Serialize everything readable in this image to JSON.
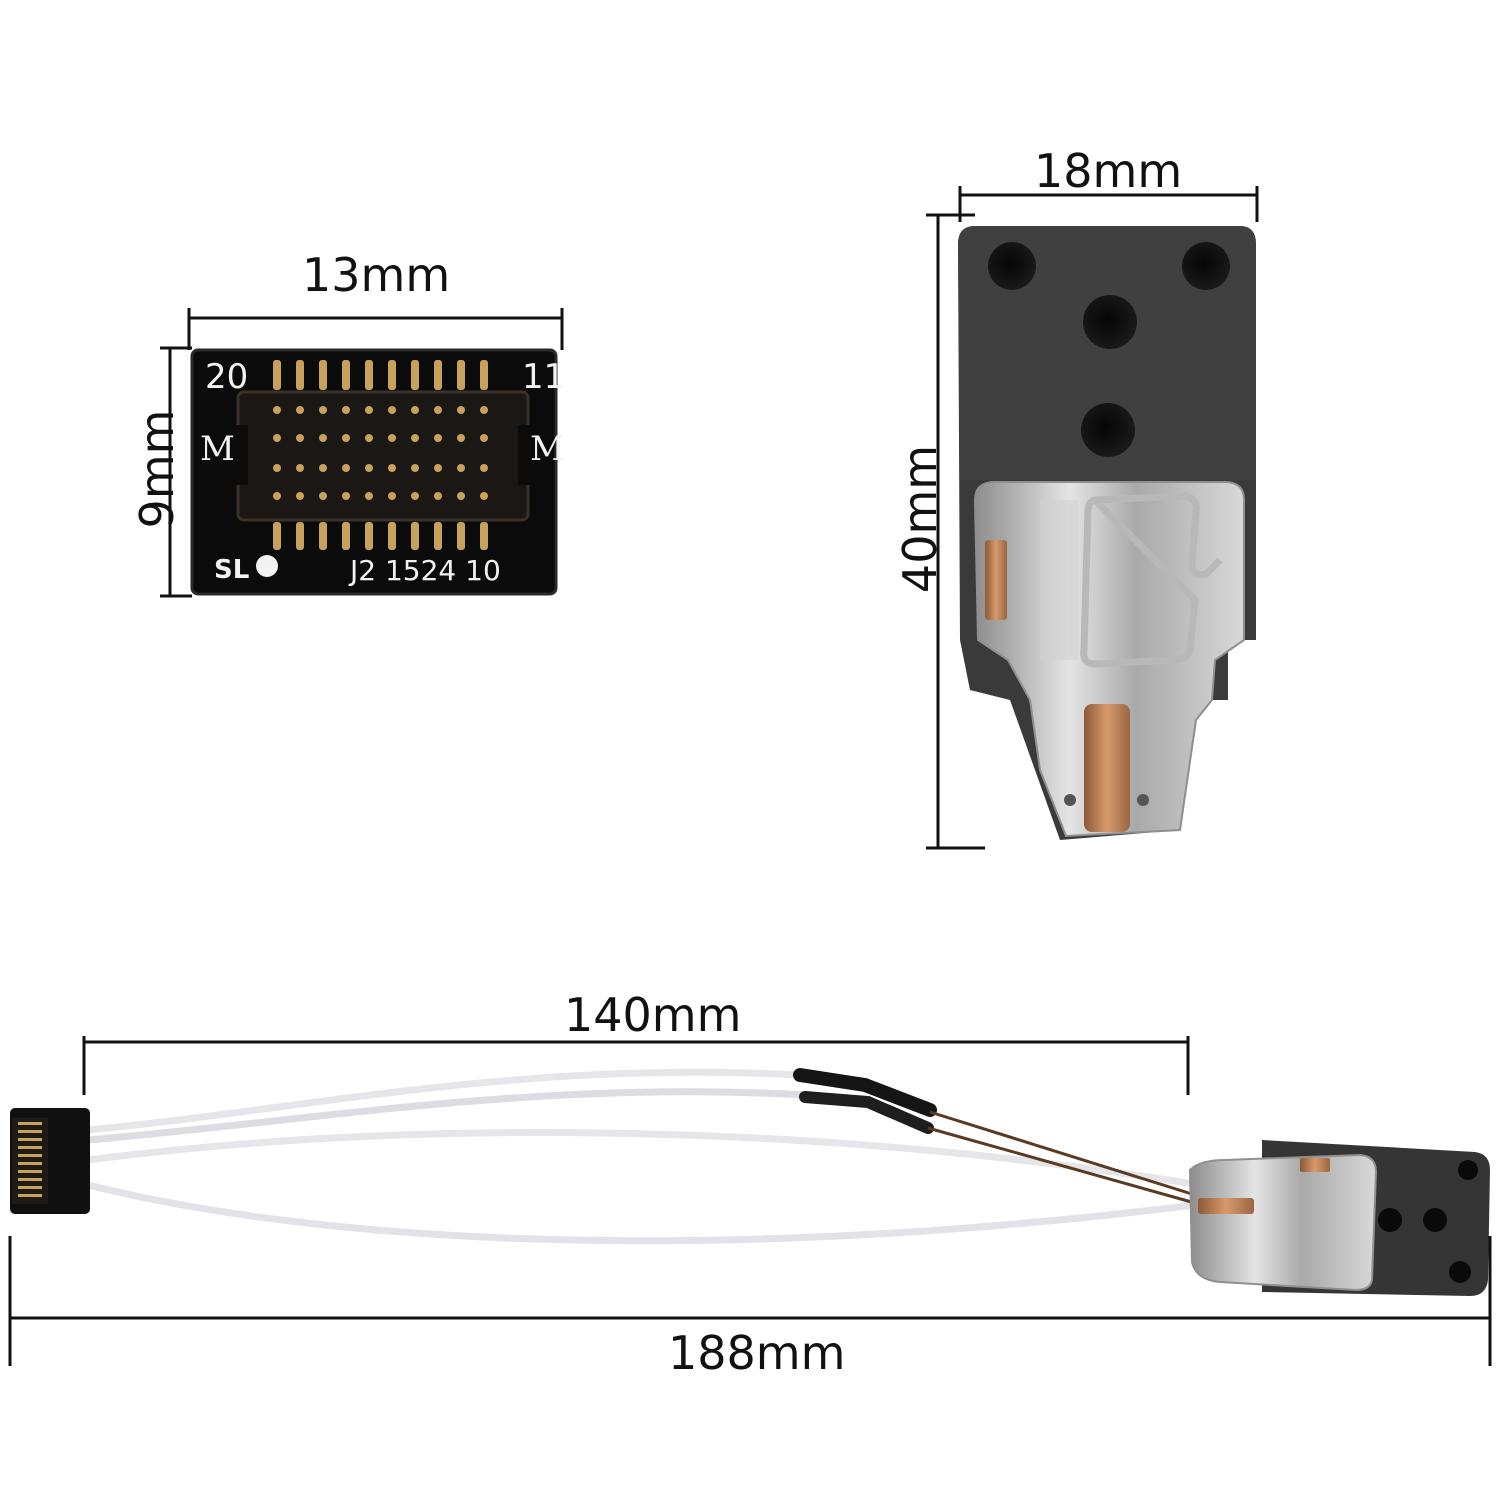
{
  "dimensions": {
    "pcb_width": "13mm",
    "pcb_height": "9mm",
    "sensor_width": "18mm",
    "sensor_height": "40mm",
    "cable_span": "140mm",
    "total_length": "188mm"
  },
  "pcb_silkscreen": {
    "pin_first": "20",
    "pin_last": "11",
    "mark_left": "M",
    "mark_right": "M",
    "logo": "SL",
    "part_code": "J2 1524 10"
  },
  "colors": {
    "pcb": "#0d0d0d",
    "silkscreen": "#f2f2f2",
    "gold_pin": "#c8a25a",
    "sensor_body": "#3b3b3b",
    "metal_clip": "#c9c9c9",
    "copper_contact": "#b57e56",
    "wire": "#e6e6ea",
    "brown_wire": "#5a3a22",
    "dimension_line": "#111111"
  }
}
